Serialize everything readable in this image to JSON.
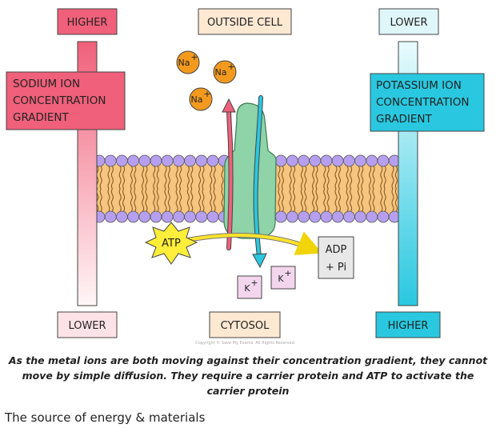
{
  "labels": {
    "top_left": "HIGHER",
    "top_center": "OUTSIDE CELL",
    "top_right": "LOWER",
    "bottom_left": "LOWER",
    "bottom_center": "CYTOSOL",
    "bottom_right": "HIGHER"
  },
  "sodium_gradient": [
    "SODIUM ION",
    "CONCENTRATION",
    "GRADIENT"
  ],
  "potassium_gradient": [
    "POTASSIUM ION",
    "CONCENTRATION",
    "GRADIENT"
  ],
  "ions": {
    "sodium_symbol": "Na",
    "sodium_charge": "+",
    "potassium_symbol": "K",
    "potassium_charge": "+"
  },
  "energy": {
    "atp": "ATP",
    "adp_line1": "ADP",
    "adp_line2": "+ Pi"
  },
  "copyright": "Copyright © Save My Exams. All Rights Reserved",
  "caption_lines": [
    "As the metal ions are both moving against their concentration gradient, they cannot",
    "move by simple diffusion. They require a carrier protein and ATP to activate the",
    "carrier protein"
  ],
  "section_heading": "The source of energy & materials",
  "colors": {
    "sodium": "#f0607a",
    "potassium": "#29c8e0",
    "phospholipid_head": "#b79ff0",
    "lipid_tail": "#f6c580",
    "protein": "#8fd3a8",
    "na_ion": "#f39a1e",
    "atp": "#ffee3a",
    "k_ion_box": "#f3d6ee"
  }
}
